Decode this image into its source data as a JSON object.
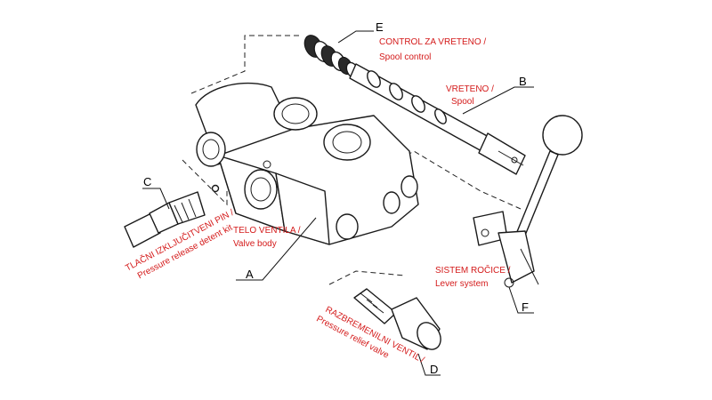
{
  "labels": {
    "A": {
      "letter": "A",
      "line1": "TELO VENTILA /",
      "line2": "Valve body"
    },
    "B": {
      "letter": "B",
      "line1": "VRETENO /",
      "line2": "Spool"
    },
    "C": {
      "letter": "C",
      "line1": "TLAČNI IZKLJUČITVENI PIN /",
      "line2": "Pressure release detent kit"
    },
    "D": {
      "letter": "D",
      "line1": "RAZBREMENILNI VENTIL /",
      "line2": "Pressure relief valve"
    },
    "E": {
      "letter": "E",
      "line1": "CONTROL ZA VRETENO /",
      "line2": "Spool control"
    },
    "F": {
      "letter": "F",
      "line1": "SISTEM ROČICE /",
      "line2": "Lever system"
    }
  },
  "colors": {
    "label_text": "#d41a1a",
    "line_art": "#1a1a1a"
  }
}
